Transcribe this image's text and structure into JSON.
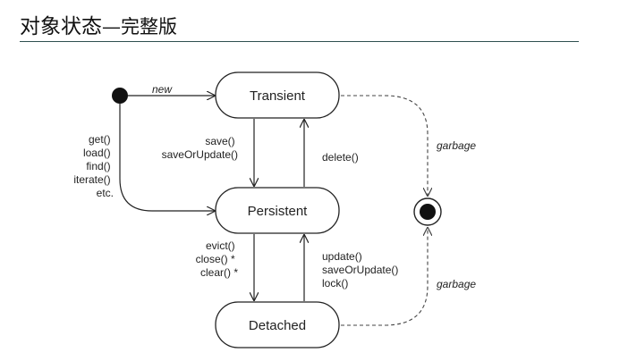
{
  "slide": {
    "title_main": "对象状态",
    "title_sub": "—完整版"
  },
  "diagram": {
    "states": {
      "transient": "Transient",
      "persistent": "Persistent",
      "detached": "Detached"
    },
    "labels": {
      "new": "new",
      "query_methods": [
        "get()",
        "load()",
        "find()",
        "iterate()",
        "etc."
      ],
      "save_methods": [
        "save()",
        "saveOrUpdate()"
      ],
      "delete": "delete()",
      "evict_methods": [
        "evict()",
        "close() *",
        "clear() *"
      ],
      "reattach_methods": [
        "update()",
        "saveOrUpdate()",
        "lock()"
      ],
      "garbage_top": "garbage",
      "garbage_bottom": "garbage"
    }
  }
}
